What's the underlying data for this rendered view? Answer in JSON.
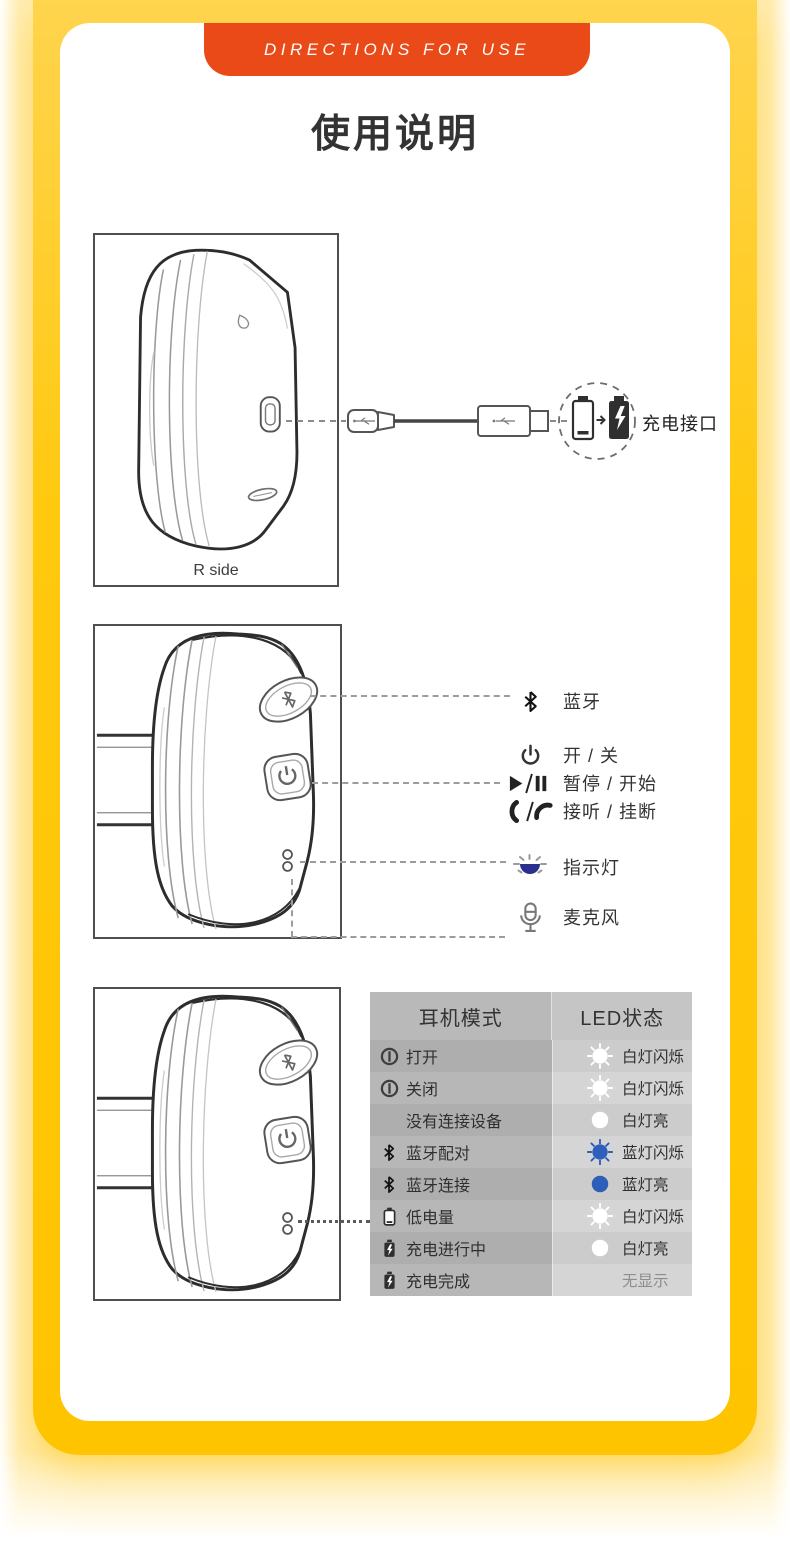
{
  "banner": {
    "label": "DIRECTIONS FOR USE"
  },
  "page_title": "使用说明",
  "charging_diagram": {
    "caption": "R side",
    "port_label": "充电接口",
    "icons": [
      "micro-usb-plug-icon",
      "usb-a-plug-icon",
      "battery-empty-icon",
      "battery-charging-icon"
    ]
  },
  "controls_diagram": {
    "bluetooth_label": "蓝牙",
    "power_label": "开 / 关",
    "play_pause_label": "暂停 / 开始",
    "call_label": "接听 / 挂断",
    "indicator_label": "指示灯",
    "microphone_label": "麦克风"
  },
  "led_table": {
    "header_mode": "耳机模式",
    "header_led": "LED状态",
    "rows": [
      {
        "icon": "power-toggle-icon",
        "mode": "打开",
        "led": "白灯闪烁",
        "led_state": "flash-white"
      },
      {
        "icon": "power-toggle-icon",
        "mode": "关闭",
        "led": "白灯闪烁",
        "led_state": "flash-white"
      },
      {
        "icon": "none",
        "mode": "没有连接设备",
        "led": "白灯亮",
        "led_state": "solid-white"
      },
      {
        "icon": "bluetooth-icon",
        "mode": "蓝牙配对",
        "led": "蓝灯闪烁",
        "led_state": "flash-blue"
      },
      {
        "icon": "bluetooth-icon",
        "mode": "蓝牙连接",
        "led": "蓝灯亮",
        "led_state": "solid-blue"
      },
      {
        "icon": "battery-low-icon",
        "mode": "低电量",
        "led": "白灯闪烁",
        "led_state": "flash-white"
      },
      {
        "icon": "battery-charging-icon",
        "mode": "充电进行中",
        "led": "白灯亮",
        "led_state": "solid-white"
      },
      {
        "icon": "battery-full-icon",
        "mode": "充电完成",
        "led": "无显示",
        "led_state": "none"
      }
    ]
  },
  "colors": {
    "background_gold": "#ffc400",
    "banner_orange": "#ea4a18",
    "led_blue": "#2d5eba",
    "indicator_blue": "#2b2f8e",
    "led_white": "#ffffff"
  }
}
